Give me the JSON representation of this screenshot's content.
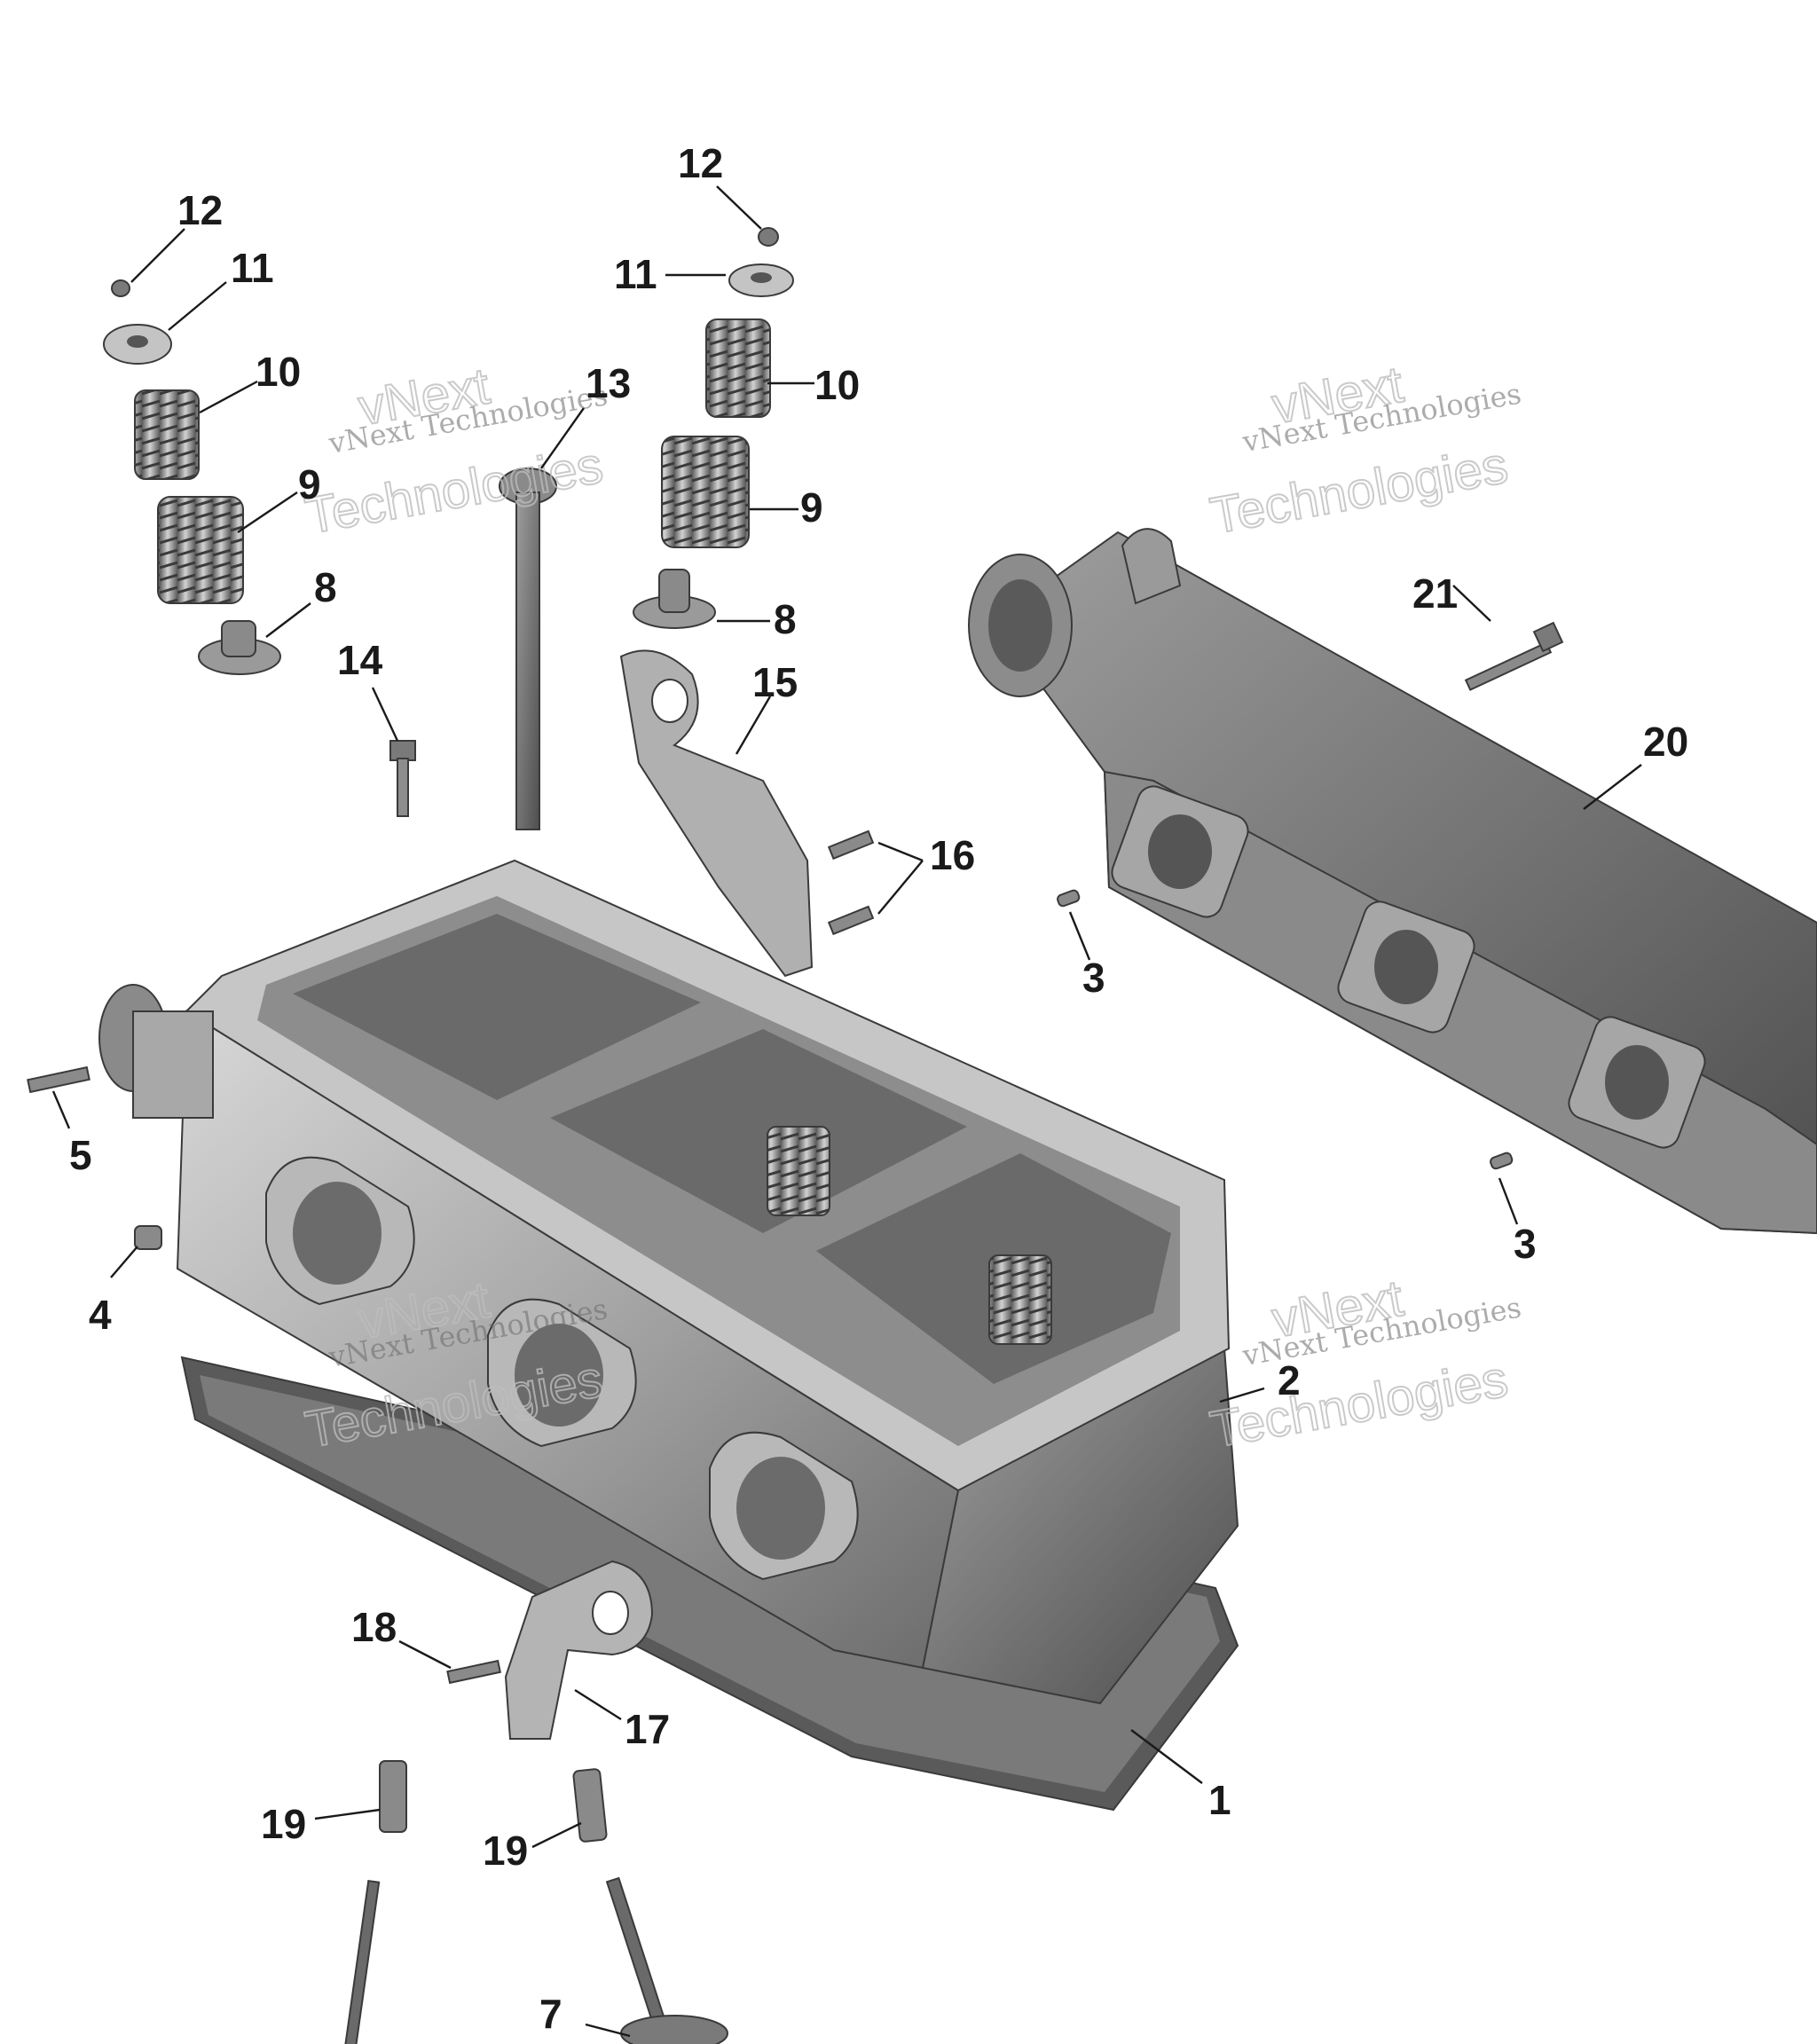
{
  "diagram": {
    "callouts": [
      {
        "id": "c12a",
        "text": "12"
      },
      {
        "id": "c11a",
        "text": "11"
      },
      {
        "id": "c10a",
        "text": "10"
      },
      {
        "id": "c9a",
        "text": "9"
      },
      {
        "id": "c8a",
        "text": "8"
      },
      {
        "id": "c14",
        "text": "14"
      },
      {
        "id": "c13",
        "text": "13"
      },
      {
        "id": "c12b",
        "text": "12"
      },
      {
        "id": "c11b",
        "text": "11"
      },
      {
        "id": "c10b",
        "text": "10"
      },
      {
        "id": "c9b",
        "text": "9"
      },
      {
        "id": "c8b",
        "text": "8"
      },
      {
        "id": "c15",
        "text": "15"
      },
      {
        "id": "c16",
        "text": "16"
      },
      {
        "id": "c21",
        "text": "21"
      },
      {
        "id": "c20",
        "text": "20"
      },
      {
        "id": "c3a",
        "text": "3"
      },
      {
        "id": "c3b",
        "text": "3"
      },
      {
        "id": "c5",
        "text": "5"
      },
      {
        "id": "c4",
        "text": "4"
      },
      {
        "id": "c2",
        "text": "2"
      },
      {
        "id": "c18",
        "text": "18"
      },
      {
        "id": "c17",
        "text": "17"
      },
      {
        "id": "c1",
        "text": "1"
      },
      {
        "id": "c19a",
        "text": "19"
      },
      {
        "id": "c19b",
        "text": "19"
      },
      {
        "id": "c7",
        "text": "7"
      }
    ],
    "watermark": {
      "brand": "vNext",
      "company": "vNext Technologies",
      "word": "Technologies"
    }
  }
}
